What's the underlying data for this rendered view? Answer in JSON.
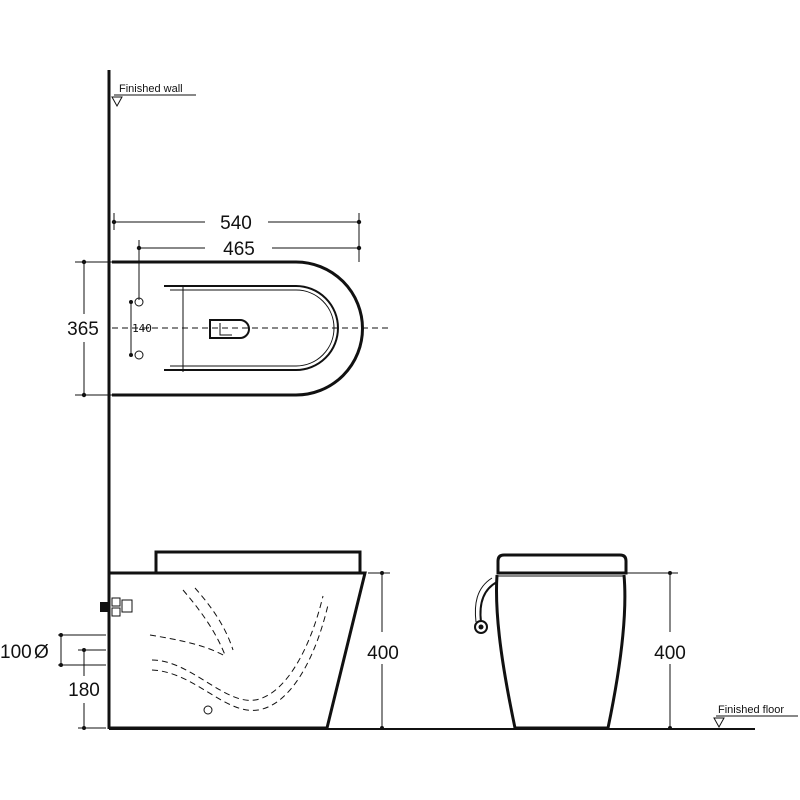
{
  "labels": {
    "finished_wall": "Finished wall",
    "finished_floor": "Finished floor"
  },
  "dimensions": {
    "top_width_overall": "540",
    "top_width_inner": "465",
    "top_depth": "365",
    "fixing_spacing": "140",
    "side_height": "400",
    "front_height": "400",
    "inlet_height": "100",
    "outlet_height": "180"
  },
  "symbols": {
    "diameter": "Ø"
  }
}
